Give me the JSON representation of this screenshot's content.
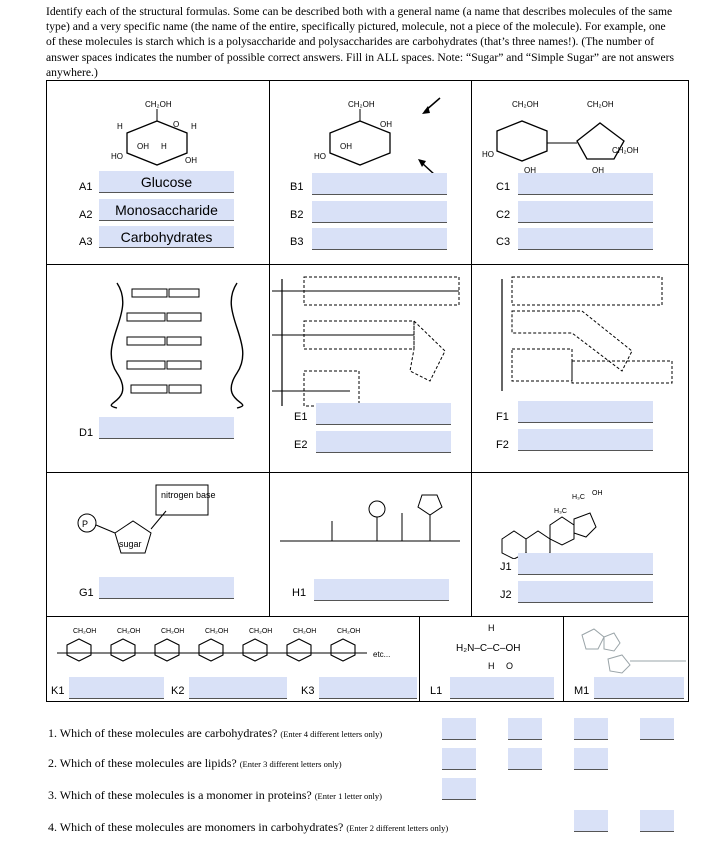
{
  "instructions": "Identify each of the structural formulas. Some can be described both with a general name (a name that describes molecules of the same type) and a very specific name (the name of the entire, specifically pictured, molecule, not a piece of the molecule). For example, one of these molecules is starch which is a polysaccharide and polysaccharides are carbohydrates (that’s three names!). (The number of answer spaces indicates the number of possible correct answers. Fill in ALL spaces. Note: “Sugar” and “Simple Sugar” are not answers anywhere.)",
  "labels": {
    "A1": "A1",
    "A2": "A2",
    "A3": "A3",
    "B1": "B1",
    "B2": "B2",
    "B3": "B3",
    "C1": "C1",
    "C2": "C2",
    "C3": "C3",
    "D1": "D1",
    "E1": "E1",
    "E2": "E2",
    "F1": "F1",
    "F2": "F2",
    "G1": "G1",
    "H1": "H1",
    "J1": "J1",
    "J2": "J2",
    "K1": "K1",
    "K2": "K2",
    "K3": "K3",
    "L1": "L1",
    "M1": "M1"
  },
  "answers": {
    "A1": "Glucose",
    "A2": "Monosaccharide",
    "A3": "Carbohydrates",
    "B1": "",
    "B2": "",
    "B3": "",
    "C1": "",
    "C2": "",
    "C3": "",
    "D1": "",
    "E1": "",
    "E2": "",
    "F1": "",
    "F2": "",
    "G1": "",
    "H1": "",
    "J1": "",
    "J2": "",
    "K1": "",
    "K2": "",
    "K3": "",
    "L1": "",
    "M1": ""
  },
  "figures": {
    "ch2oh": "CH₂OH",
    "oh": "OH",
    "ho": "HO",
    "h": "H",
    "o": "O",
    "ch3": "H₃C",
    "nitrogen_base": "nitrogen base",
    "sugar": "sugar",
    "phosphate": "P",
    "etc": "etc...",
    "amino_acid": "H₂N–C–C–OH"
  },
  "questions": [
    {
      "text": "1. Which of these molecules are carbohydrates?",
      "note": "(Enter 4 different letters only)"
    },
    {
      "text": "2. Which of these molecules are lipids?",
      "note": "(Enter 3 different letters only)"
    },
    {
      "text": "3. Which of these molecules is a monomer in proteins?",
      "note": "(Enter 1 letter only)"
    },
    {
      "text": "4. Which of these molecules are monomers in carbohydrates?",
      "note": "(Enter 2 different letters only)"
    }
  ]
}
